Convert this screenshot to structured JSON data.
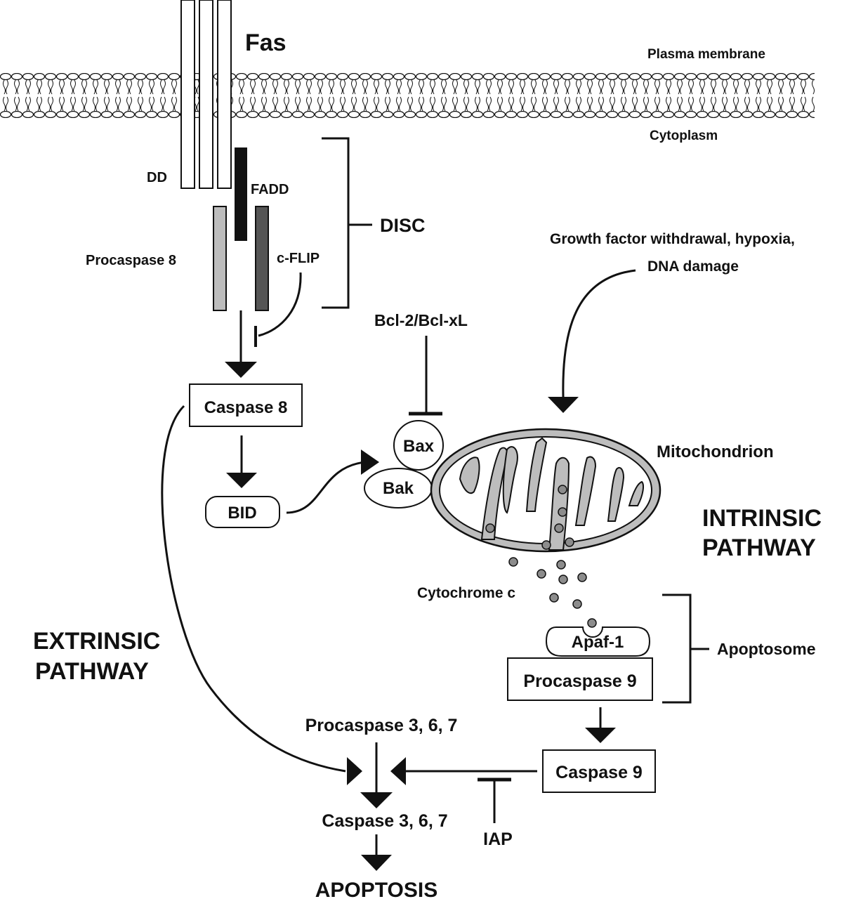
{
  "labels": {
    "fas": "Fas",
    "plasma_membrane": "Plasma membrane",
    "cytoplasm": "Cytoplasm",
    "dd": "DD",
    "fadd": "FADD",
    "disc": "DISC",
    "procaspase8": "Procaspase 8",
    "cflip": "c-FLIP",
    "growth_factor_line1": "Growth factor withdrawal, hypoxia,",
    "growth_factor_line2": "DNA damage",
    "bcl2": "Bcl-2/Bcl-xL",
    "caspase8": "Caspase 8",
    "bax": "Bax",
    "bak": "Bak",
    "mitochondrion": "Mitochondrion",
    "bid": "BID",
    "intrinsic_line1": "INTRINSIC",
    "intrinsic_line2": "PATHWAY",
    "cytochrome_c": "Cytochrome c",
    "apaf1": "Apaf-1",
    "apoptosome": "Apoptosome",
    "procaspase9": "Procaspase 9",
    "extrinsic_line1": "EXTRINSIC",
    "extrinsic_line2": "PATHWAY",
    "procaspase367": "Procaspase 3, 6, 7",
    "caspase9": "Caspase 9",
    "caspase367": "Caspase 3, 6, 7",
    "iap": "IAP",
    "apoptosis": "APOPTOSIS"
  },
  "colors": {
    "ink": "#111111",
    "procaspase8_fill": "#bdbdbd",
    "cflip_fill": "#555555",
    "fadd_fill": "#111111",
    "mito_fill": "#bdbdbd",
    "cyto_fill": "#8c8c8c"
  }
}
